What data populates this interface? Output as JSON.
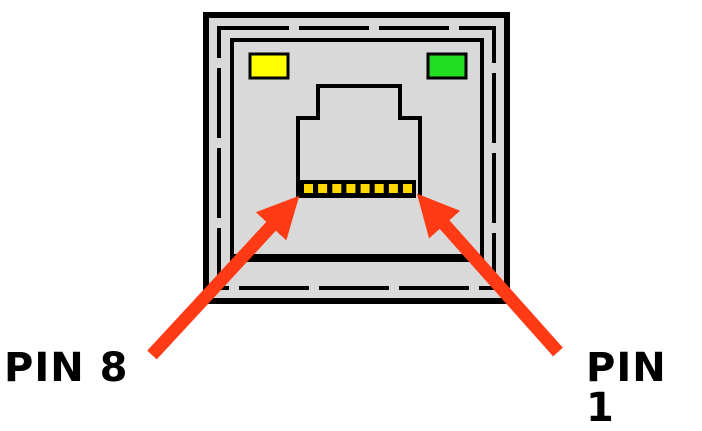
{
  "labels": {
    "pin_left": "PIN 8",
    "pin_right": "PIN 1"
  },
  "pin_count": 8,
  "colors": {
    "background": "#ffffff",
    "housing_fill": "#d9d9d9",
    "outline": "#000000",
    "led_left": "#ffff00",
    "led_right": "#22dd22",
    "contacts": "#ffd800",
    "arrows": "#ff3a14"
  },
  "icons": {
    "jack": "rj45-jack-icon",
    "left_led": "yellow-led-icon",
    "right_led": "green-led-icon"
  }
}
